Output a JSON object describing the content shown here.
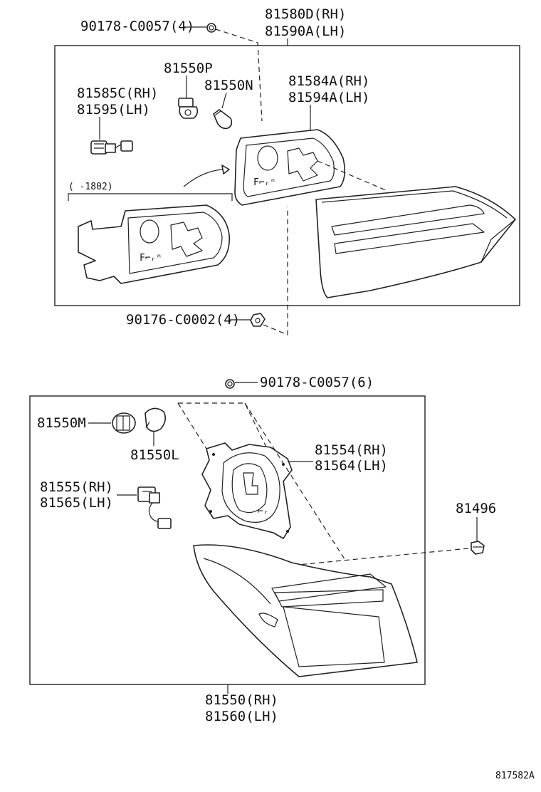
{
  "diagram": {
    "upper": {
      "callouts": {
        "bolt_top": "90178-C0057(4)",
        "lamp_rh": "81580D(RH)",
        "lamp_lh": "81590A(LH)",
        "bulb_p": "81550P",
        "bulb_n": "81550N",
        "socket_rh": "81585C(RH)",
        "socket_lh": "81595(LH)",
        "gasket_rh": "81584A(RH)",
        "gasket_lh": "81594A(LH)",
        "inset_note": "(     -1802)",
        "nut_bottom": "90176-C0002(4)"
      }
    },
    "lower": {
      "callouts": {
        "bolt_top": "90178-C0057(6)",
        "holder_m": "81550M",
        "bulb_l": "81550L",
        "gasket_rh": "81554(RH)",
        "gasket_lh": "81564(LH)",
        "socket_rh": "81555(RH)",
        "socket_lh": "81565(LH)",
        "clip": "81496",
        "lamp_rh": "81550(RH)",
        "lamp_lh": "81560(LH)"
      }
    },
    "figure_code": "817582A"
  }
}
